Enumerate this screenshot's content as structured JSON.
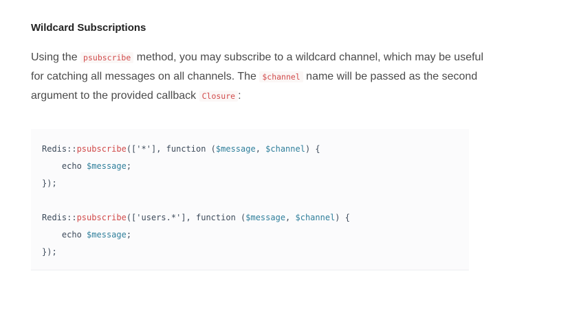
{
  "section": {
    "title": "Wildcard Subscriptions"
  },
  "paragraph": {
    "part1": "Using the ",
    "code1": "psubscribe",
    "part2": " method, you may subscribe to a wildcard channel, which may be useful for catching all messages on all channels. The ",
    "code2": "$channel",
    "part3": " name will be passed as the second argument to the provided callback ",
    "code3": "Closure",
    "part4": ":"
  },
  "code": {
    "block1": {
      "line1": {
        "cls": "Redis::",
        "method": "psubscribe",
        "open": "([",
        "str": "'*'",
        "mid": "], ",
        "kw": "function",
        "args_open": " (",
        "v1": "$message",
        "comma": ", ",
        "v2": "$channel",
        "close": ") {"
      },
      "line2": {
        "indent": "    ",
        "kw": "echo",
        "sp": " ",
        "v": "$message",
        "end": ";"
      },
      "line3": "});"
    },
    "block2": {
      "line1": {
        "cls": "Redis::",
        "method": "psubscribe",
        "open": "([",
        "str": "'users.*'",
        "mid": "], ",
        "kw": "function",
        "args_open": " (",
        "v1": "$message",
        "comma": ", ",
        "v2": "$channel",
        "close": ") {"
      },
      "line2": {
        "indent": "    ",
        "kw": "echo",
        "sp": " ",
        "v": "$message",
        "end": ";"
      },
      "line3": "});"
    }
  }
}
